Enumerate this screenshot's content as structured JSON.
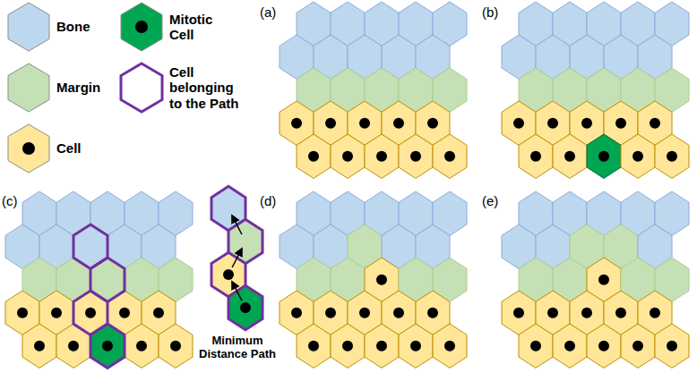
{
  "diagram": {
    "labels": [
      "(a)",
      "(b)",
      "(c)",
      "(d)",
      "(e)",
      "Minimum Distance Path"
    ],
    "legend": [
      {
        "text": "Bone",
        "color": "#bdd7ee"
      },
      {
        "text": "Margin",
        "color": "#c5e0b4"
      },
      {
        "text": "Cell",
        "color": "#ffe699"
      },
      {
        "text": "Mitotic Cell",
        "color": "#00a651"
      },
      {
        "text": "Cell belonging to the Path"
      }
    ]
  }
}
